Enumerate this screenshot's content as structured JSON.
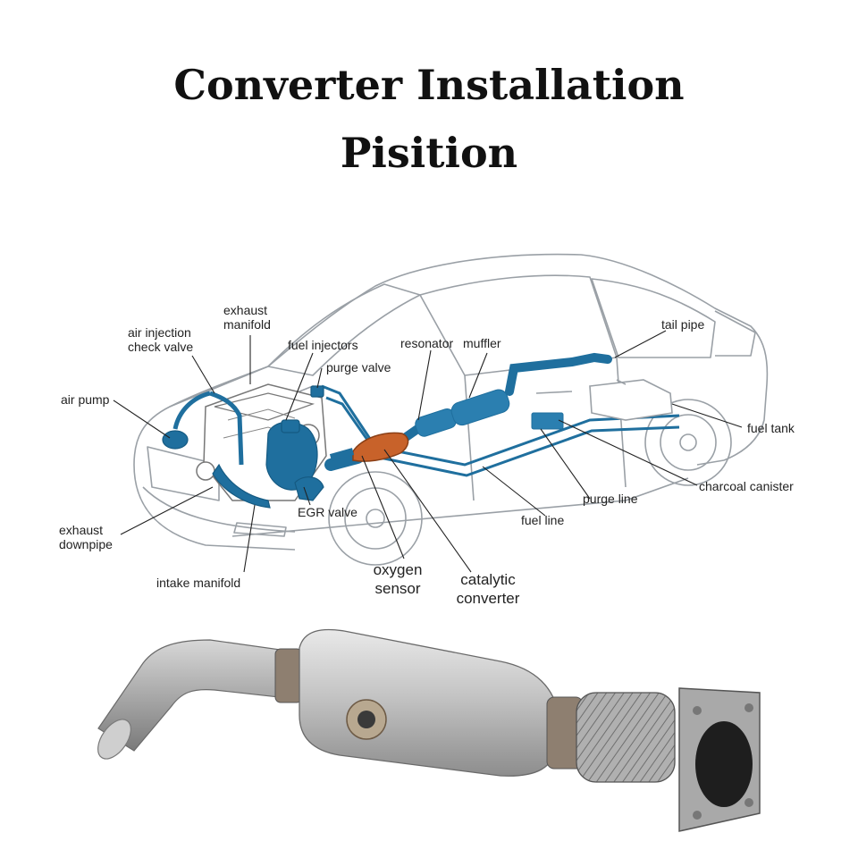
{
  "title": {
    "line1": "Converter Installation",
    "line2": "Pisition"
  },
  "labels": {
    "exhaust_manifold": [
      "exhaust",
      "manifold"
    ],
    "air_injection_check_valve": [
      "air injection",
      "check valve"
    ],
    "fuel_injectors": "fuel injectors",
    "resonator": "resonator",
    "muffler": "muffler",
    "tail_pipe": "tail pipe",
    "purge_valve": "purge valve",
    "air_pump": "air pump",
    "fuel_tank": "fuel tank",
    "charcoal_canister": "charcoal canister",
    "purge_line": "purge line",
    "egr_valve": "EGR valve",
    "fuel_line": "fuel line",
    "exhaust_downpipe": [
      "exhaust",
      "downpipe"
    ],
    "oxygen_sensor": [
      "oxygen",
      "sensor"
    ],
    "catalytic_converter": [
      "catalytic",
      "converter"
    ],
    "intake_manifold": "intake manifold"
  },
  "colors": {
    "engine_blue": "#1f6f9e",
    "converter_orange": "#c8622a",
    "car_outline": "#9aa0a6",
    "leader_line": "#222222",
    "metal": "#b9b9b9"
  }
}
